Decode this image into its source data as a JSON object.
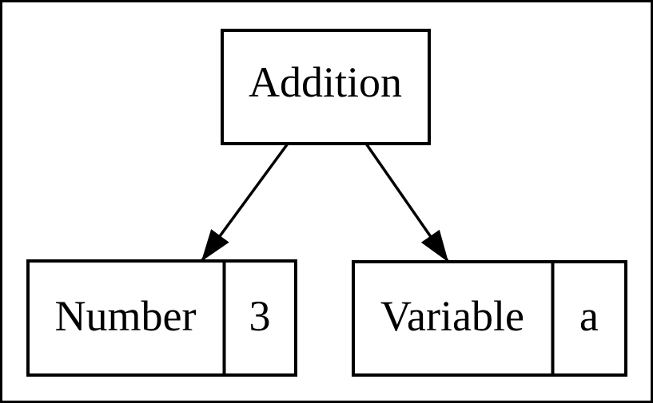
{
  "diagram": {
    "background_color": "#ffffff",
    "stroke_color": "#000000",
    "root_node": {
      "label": "Addition"
    },
    "left_node": {
      "type_label": "Number",
      "value": "3"
    },
    "right_node": {
      "type_label": "Variable",
      "value": "a"
    }
  }
}
